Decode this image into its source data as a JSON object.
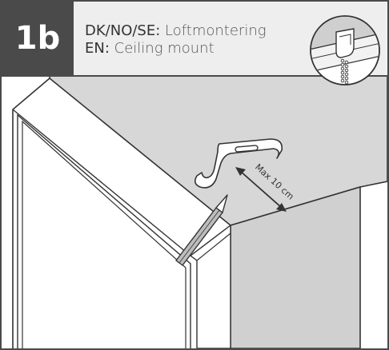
{
  "step": {
    "number": "1b",
    "lang_nordic": "DK/NO/SE:",
    "text_nordic": "Loftmontering",
    "lang_en": "EN:",
    "text_en": "Ceiling mount"
  },
  "measurement": {
    "label": "Max 10 cm"
  },
  "colors": {
    "border": "#4a4a4a",
    "header_bg": "#eeeeee",
    "ceiling_fill": "#d7d7d7",
    "wall_fill": "#d0d0d0",
    "line": "#333333"
  },
  "icons": {
    "bracket": "ceiling-bracket",
    "pencil": "pencil",
    "callout": "bracket-with-chain-detail"
  }
}
